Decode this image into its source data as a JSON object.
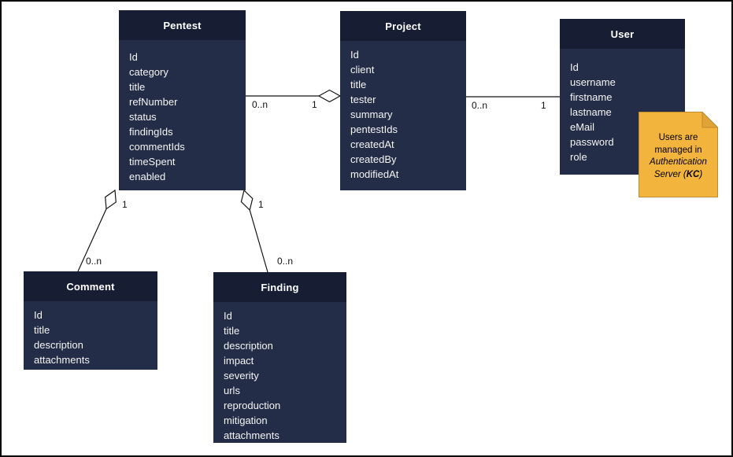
{
  "diagram": {
    "kind": "uml-entity-relationship-diagram",
    "colors": {
      "canvas": "#ffffff",
      "frame": "#000000",
      "entity_header": "#171e34",
      "entity_body": "#242d47",
      "entity_text": "#f5f5f5",
      "connector": "#141414",
      "note_fill": "#f2b43d",
      "note_fold": "#e0a336",
      "note_border": "#c08a2e",
      "note_text": "#000000",
      "label_text": "#111111"
    }
  },
  "entities": {
    "pentest": {
      "title": "Pentest",
      "fields": [
        "Id",
        "category",
        "title",
        "refNumber",
        "status",
        "findingIds",
        "commentIds",
        "timeSpent",
        "enabled"
      ]
    },
    "project": {
      "title": "Project",
      "fields": [
        "Id",
        "client",
        "title",
        "tester",
        "summary",
        "pentestIds",
        "createdAt",
        "createdBy",
        "modifiedAt"
      ]
    },
    "user": {
      "title": "User",
      "fields": [
        "Id",
        "username",
        "firstname",
        "lastname",
        "eMail",
        "password",
        "role"
      ]
    },
    "comment": {
      "title": "Comment",
      "fields": [
        "Id",
        "title",
        "description",
        "attachments"
      ]
    },
    "finding": {
      "title": "Finding",
      "fields": [
        "Id",
        "title",
        "description",
        "impact",
        "severity",
        "urls",
        "reproduction",
        "mitigation",
        "attachments"
      ]
    }
  },
  "relationships": [
    {
      "from": "Pentest",
      "to": "Project",
      "from_label": "0..n",
      "to_label": "1",
      "type": "aggregation",
      "diamond_at": "Project"
    },
    {
      "from": "Project",
      "to": "User",
      "from_label": "0..n",
      "to_label": "1",
      "type": "association",
      "diamond_at": "none"
    },
    {
      "from": "Pentest",
      "to": "Comment",
      "from_label": "1",
      "to_label": "0..n",
      "type": "aggregation",
      "diamond_at": "Pentest"
    },
    {
      "from": "Pentest",
      "to": "Finding",
      "from_label": "1",
      "to_label": "0..n",
      "type": "aggregation",
      "diamond_at": "Pentest"
    }
  ],
  "note": {
    "text_normal": "Users are managed in",
    "text_italic_prefix": "Authentication Server (",
    "text_bold": "KC",
    "text_italic_suffix": ")"
  }
}
